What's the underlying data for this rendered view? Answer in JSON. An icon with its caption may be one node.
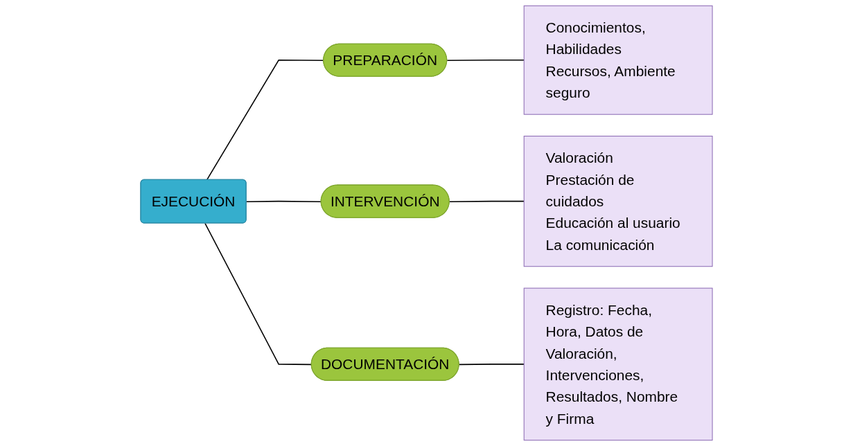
{
  "diagram": {
    "nodes": [
      {
        "text": [
          "EJECUCIÓN"
        ]
      },
      {
        "text": [
          "PREPARACIÓN"
        ]
      },
      {
        "text": [
          "Conocimientos, Habilidades",
          "Recursos, Ambiente seguro"
        ]
      },
      {
        "text": [
          "INTERVENCIÓN"
        ]
      },
      {
        "text": [
          "Valoración",
          "Prestación de cuidados",
          "Educación al usuario",
          "La comunicación"
        ]
      },
      {
        "text": [
          "DOCUMENTACIÓN"
        ]
      },
      {
        "text": [
          "Registro: Fecha, Hora, Datos de Valoración, Intervenciones, Resultados, Nombre y Firma"
        ]
      }
    ],
    "edges": [
      {
        "from": 0,
        "to": 1,
        "arrow": "none"
      },
      {
        "from": 1,
        "to": 2,
        "arrow": "none"
      },
      {
        "from": 0,
        "to": 3,
        "arrow": "none"
      },
      {
        "from": 3,
        "to": 4,
        "arrow": "none"
      },
      {
        "from": 0,
        "to": 5,
        "arrow": "none"
      },
      {
        "from": 5,
        "to": 6,
        "arrow": "none"
      }
    ]
  }
}
